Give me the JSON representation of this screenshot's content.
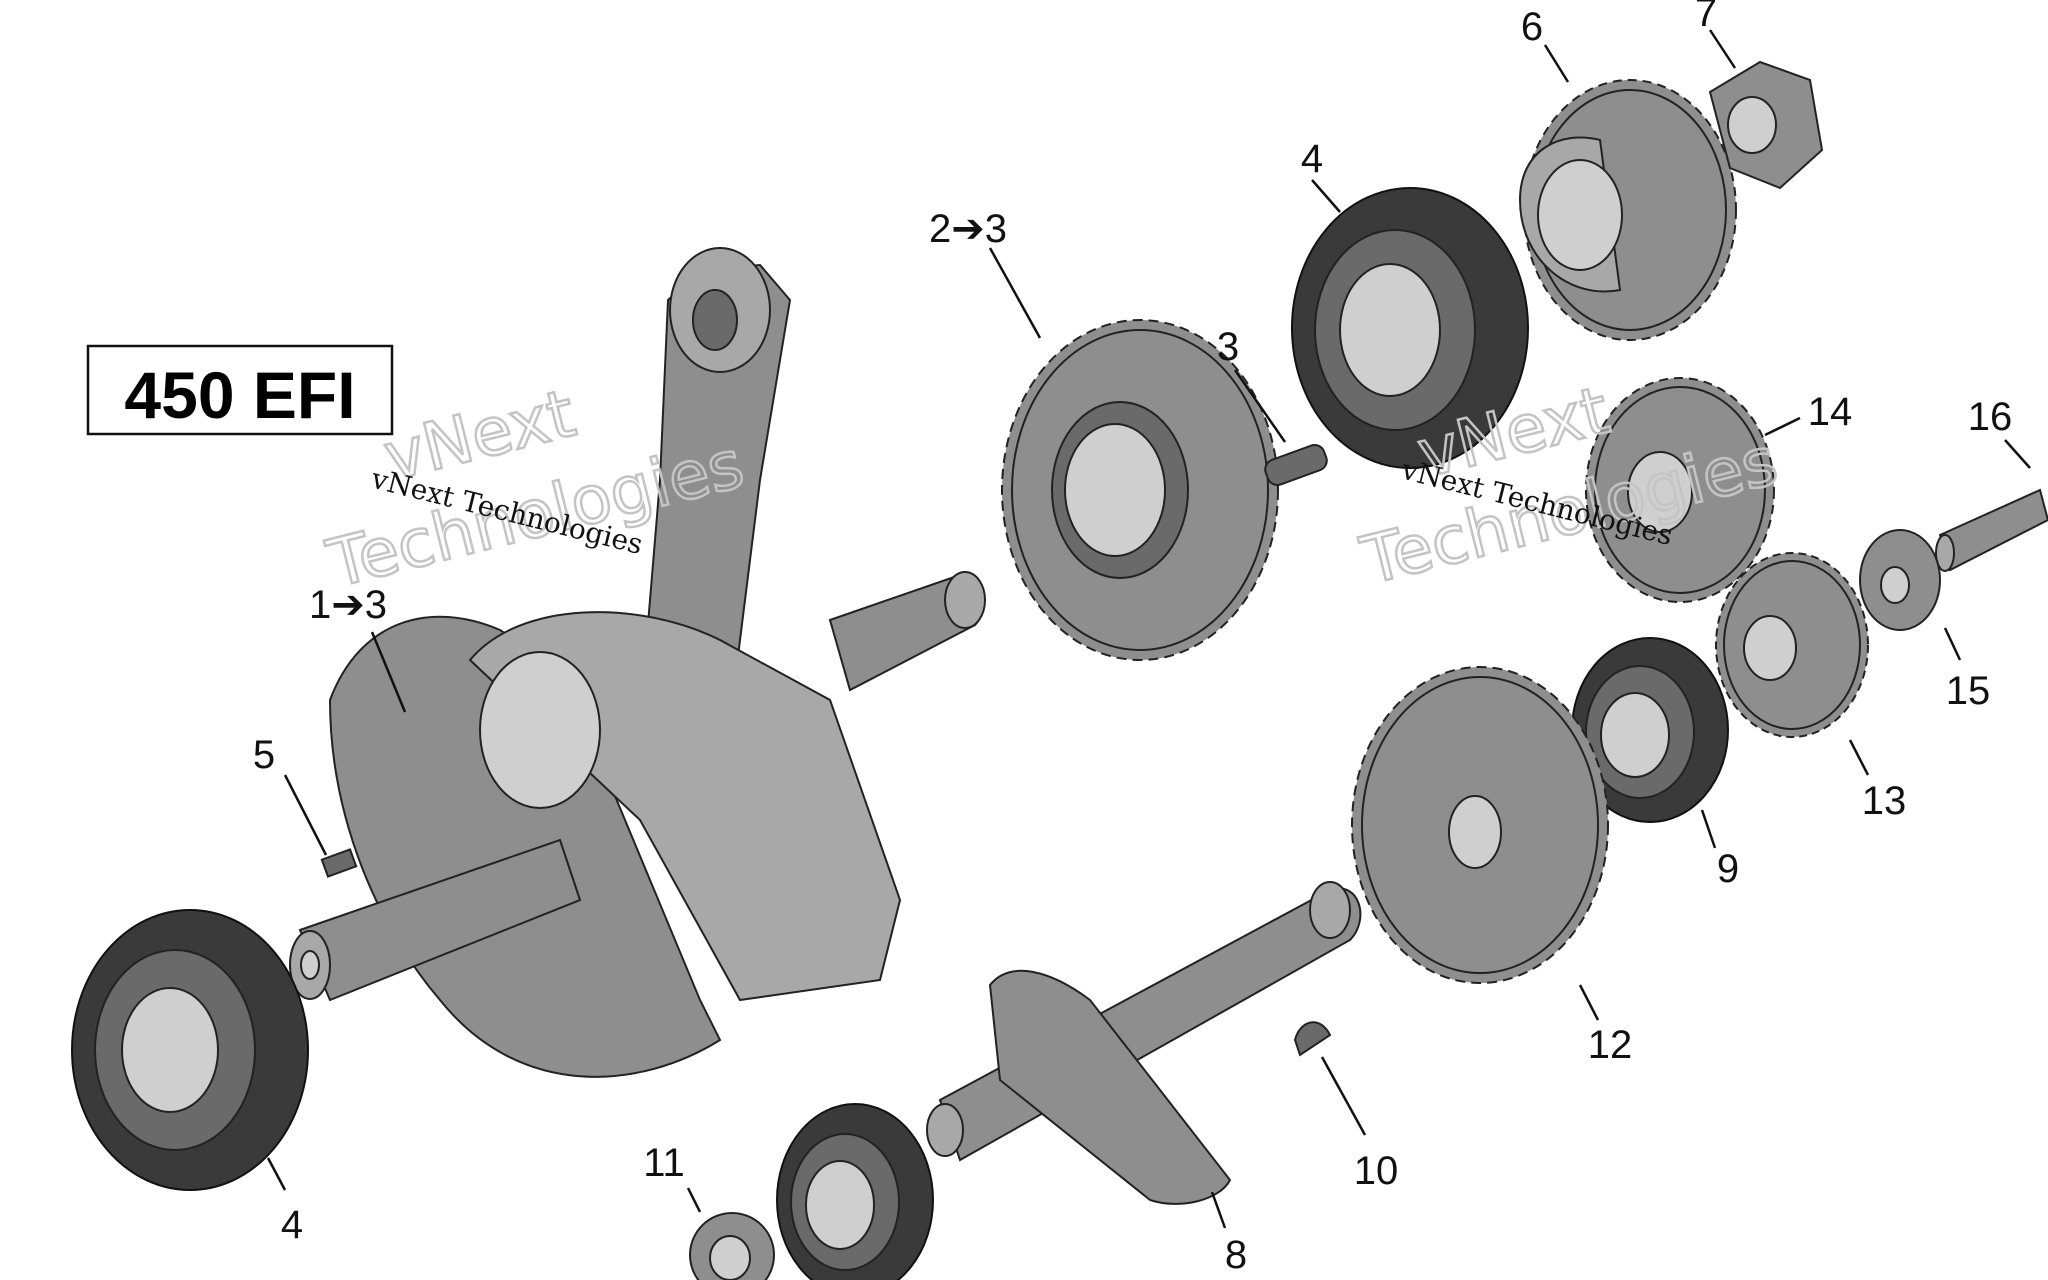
{
  "title": "450 EFI",
  "watermark": {
    "large": [
      "vNext",
      "Technologies"
    ],
    "small": "vNext Technologies"
  },
  "callouts": [
    "1➔3",
    "2➔3",
    "3",
    "4",
    "4",
    "5",
    "6",
    "7",
    "8",
    "9",
    "10",
    "11",
    "12",
    "13",
    "14",
    "15",
    "16"
  ],
  "colors": {
    "part_fill": "#8e8e8e",
    "seal_fill": "#3a3a3a",
    "label_text": "#111111"
  }
}
